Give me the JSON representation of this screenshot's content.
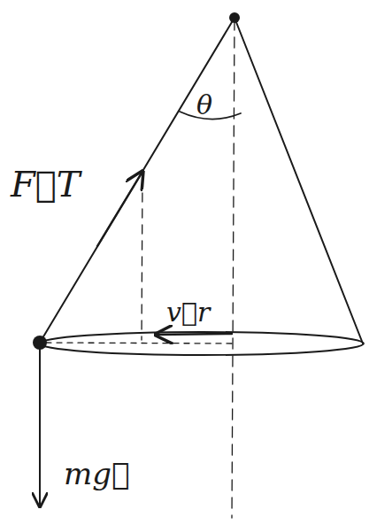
{
  "diagram": {
    "labels": [
      "F⃗T",
      "θ",
      "v⃗r",
      "mg⃗"
    ]
  }
}
